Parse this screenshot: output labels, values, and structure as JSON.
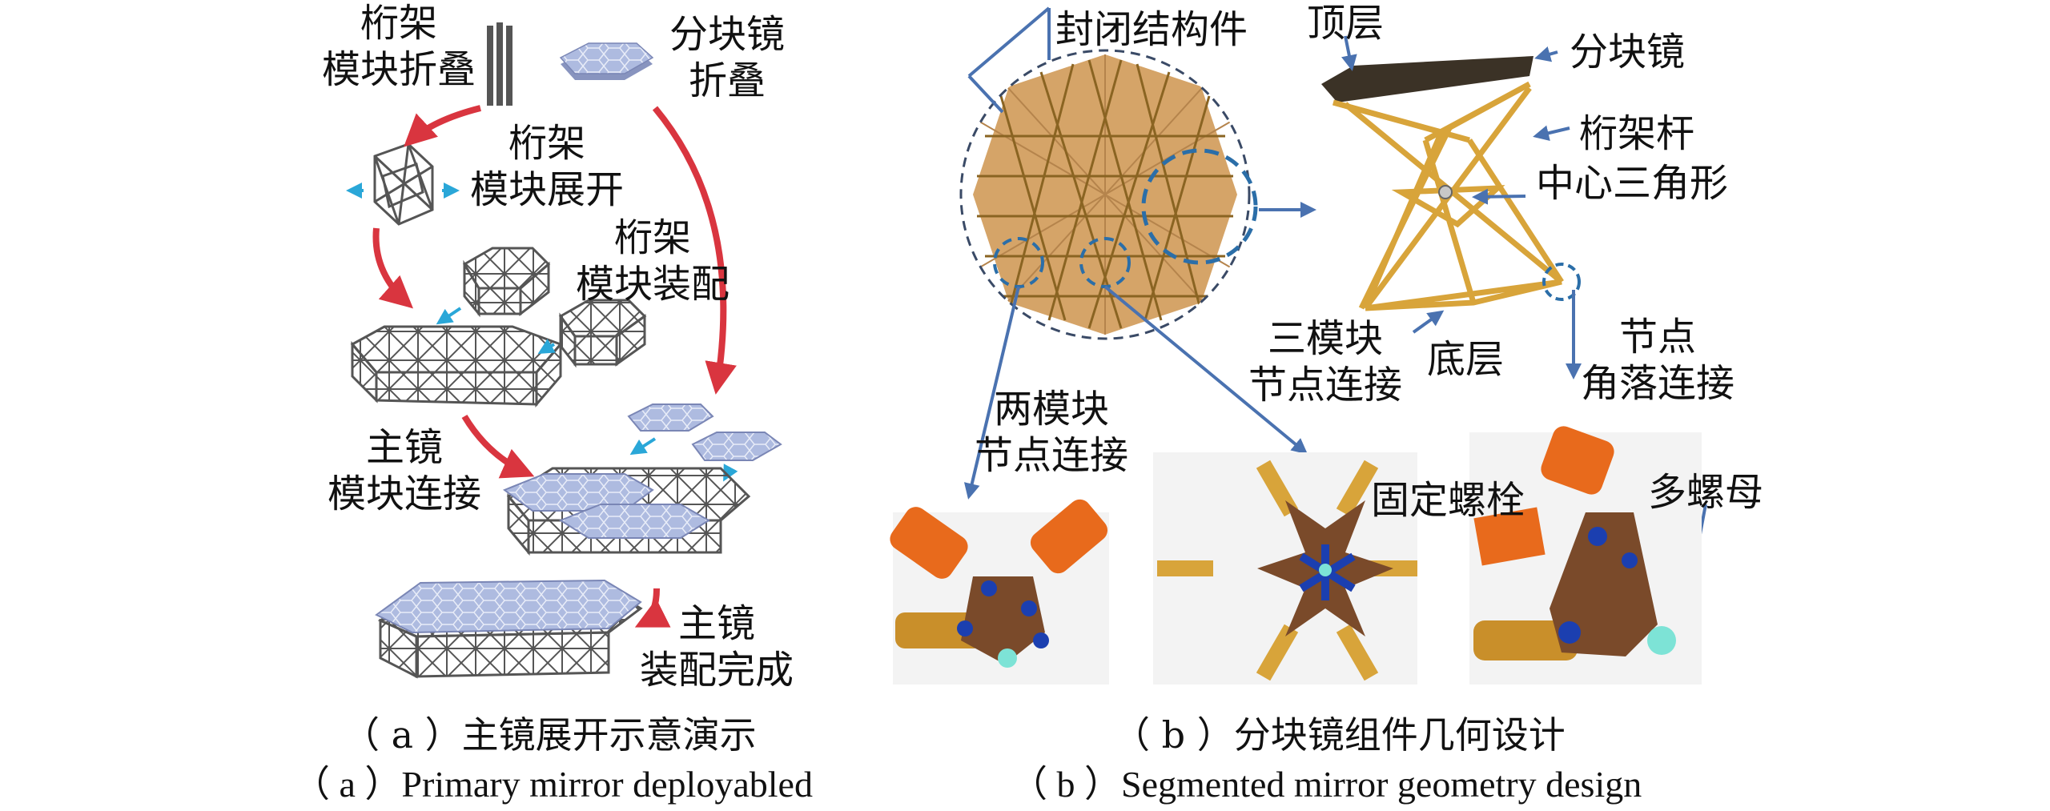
{
  "panel_a": {
    "labels": {
      "truss_fold_1": "桁架",
      "truss_fold_2": "模块折叠",
      "seg_fold_1": "分块镜",
      "seg_fold_2": "折叠",
      "truss_deploy_1": "桁架",
      "truss_deploy_2": "模块展开",
      "truss_assembly_1": "桁架",
      "truss_assembly_2": "模块装配",
      "module_connect_1": "主镜",
      "module_connect_2": "模块连接",
      "assembly_done_1": "主镜",
      "assembly_done_2": "装配完成"
    },
    "caption_cn": "（ a ）主镜展开示意演示",
    "caption_en": "（ a ）Primary mirror deployabled"
  },
  "panel_b": {
    "labels": {
      "closed_structure": "封闭结构件",
      "top_layer": "顶层",
      "segment_mirror": "分块镜",
      "truss_rod": "桁架杆",
      "center_triangle": "中心三角形",
      "three_module_1": "三模块",
      "three_module_2": "节点连接",
      "bottom_layer": "底层",
      "node_1": "节点",
      "node_2": "角落连接",
      "two_module_1": "两模块",
      "two_module_2": "节点连接",
      "fixing_bolt": "固定螺栓",
      "multi_nut": "多螺母"
    },
    "caption_cn": "（ b ）分块镜组件几何设计",
    "caption_en": "（ b ）Segmented mirror geometry design"
  },
  "colors": {
    "deploy_arrow": "#d9353f",
    "assembly_arrow": "#2aa7d8",
    "callout_line": "#4a72b0",
    "truss_gray": "#555555",
    "mirror_blue": "#a6b4d8",
    "panel_tan": "#d5a468",
    "truss_gold": "#d8a43a",
    "orange_tube": "#e86a1c",
    "bracket_brown": "#7a4a2a",
    "bolt_blue": "#1b3fb0",
    "nut_cyan": "#7de3d6"
  }
}
